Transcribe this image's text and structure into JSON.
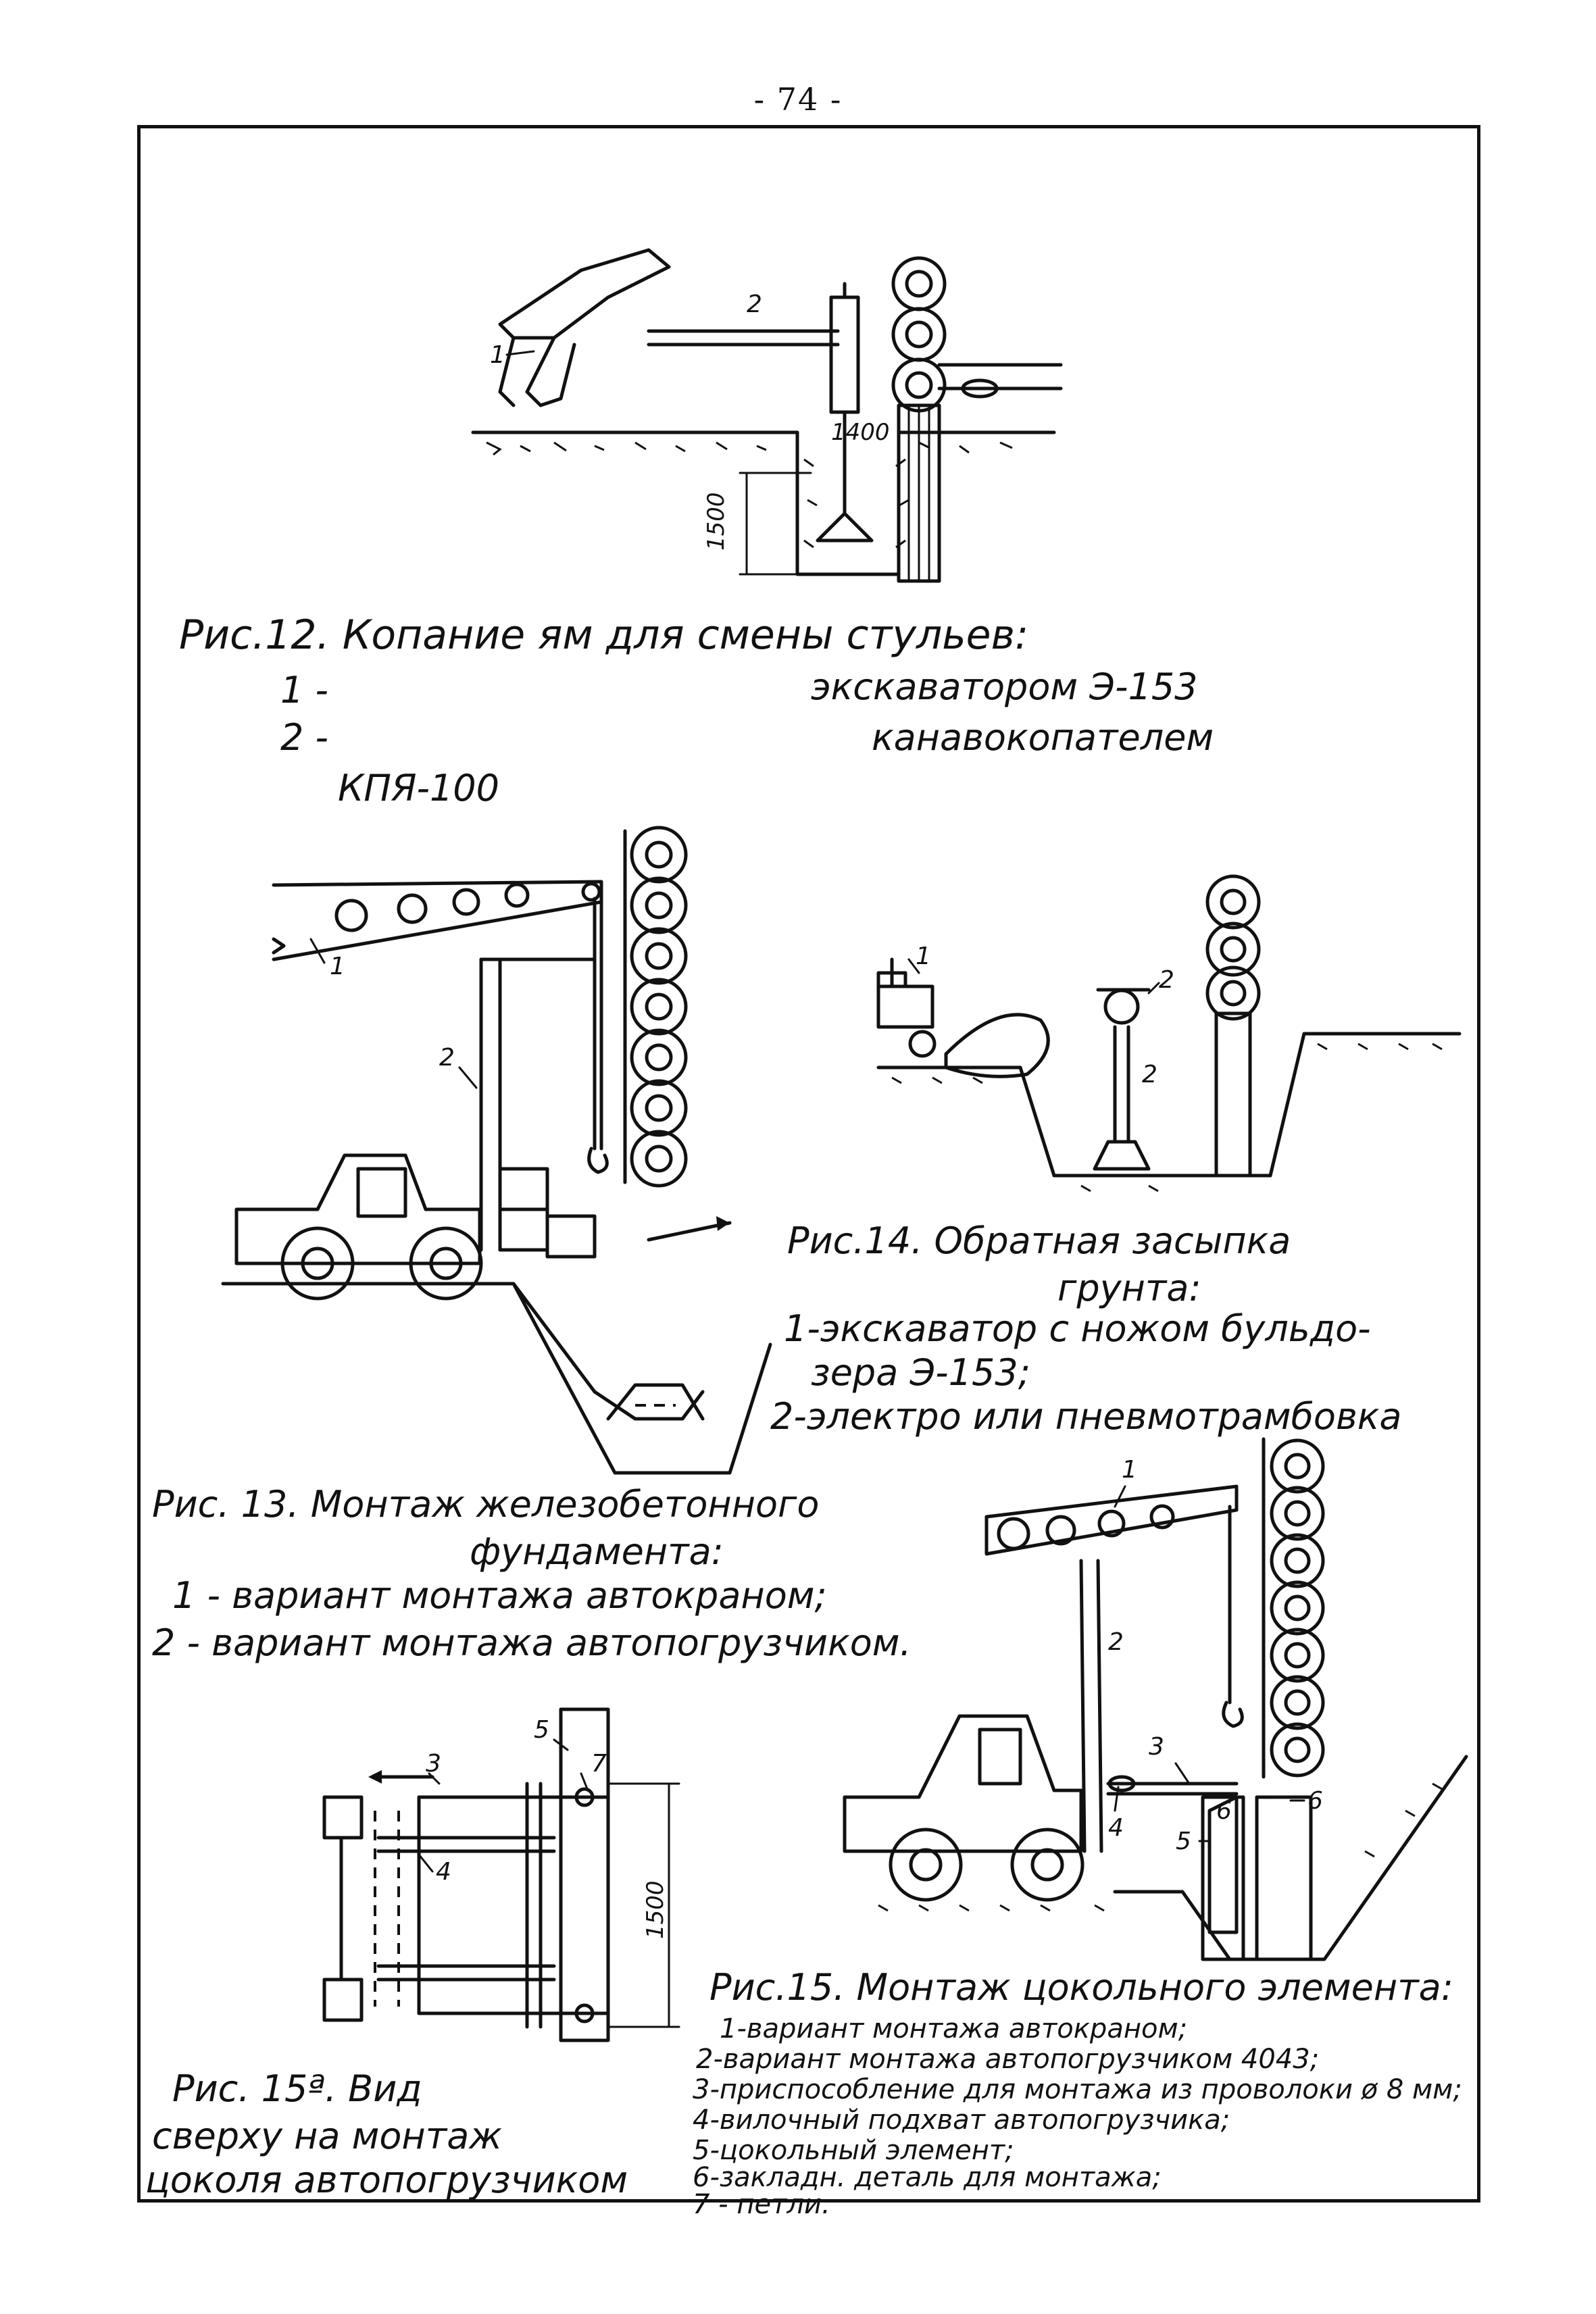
{
  "page_number": "- 74 -",
  "fig12": {
    "title": "Рис.12. Копание  ям для смены стульев:",
    "item1_num": "1 -",
    "item1_text": "экскаватором Э-153",
    "item2_num": "2 -",
    "item2_text": "канавокопателем",
    "item2_model": "КПЯ-100",
    "labels": [
      "1",
      "2"
    ],
    "dims": [
      "1400",
      "1500"
    ]
  },
  "fig13": {
    "title": "Рис. 13. Монтаж железобетонного",
    "title2": "фундамента:",
    "item1": "1 - вариант монтажа автокраном;",
    "item2": "2 - вариант монтажа автопогрузчиком.",
    "labels": [
      "1",
      "2"
    ]
  },
  "fig14": {
    "title": "Рис.14. Обратная засыпка",
    "title2": "грунта:",
    "item1a": "1-экскаватор с ножом бульдо-",
    "item1b": "зера Э-153;",
    "item2": "2-электро или пневмотрамбовка",
    "labels": [
      "1",
      "2",
      "2"
    ]
  },
  "fig15": {
    "title": "Рис.15. Монтаж цокольного элемента:",
    "items": [
      "1-вариант монтажа автокраном;",
      "2-вариант монтажа автопогрузчиком 4043;",
      "3-приспособление для монтажа из проволоки ø 8 мм;",
      "4-вилочный подхват автопогрузчика;",
      "5-цокольный элемент;",
      "6-закладн.  деталь для монтажа;",
      "7 - петли."
    ],
    "labels": [
      "1",
      "2",
      "3",
      "4",
      "5",
      "6",
      "6"
    ]
  },
  "fig15a": {
    "title": "Рис. 15ª. Вид",
    "line2": "сверху на монтаж",
    "line3": "цоколя автопогрузчиком",
    "labels": [
      "5",
      "7",
      "3",
      "4"
    ],
    "dim": "1500"
  }
}
